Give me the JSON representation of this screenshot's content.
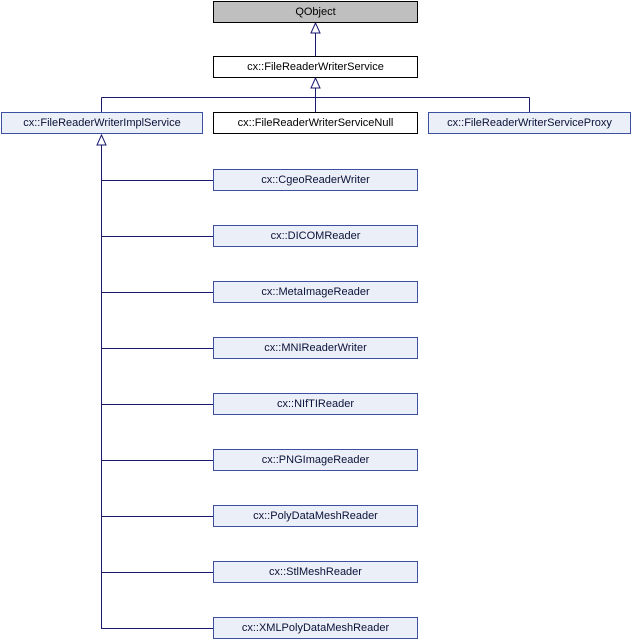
{
  "diagram": {
    "root": {
      "label": "QObject"
    },
    "base": {
      "label": "cx::FileReaderWriterService"
    },
    "level2": [
      {
        "label": "cx::FileReaderWriterImplService"
      },
      {
        "label": "cx::FileReaderWriterServiceNull"
      },
      {
        "label": "cx::FileReaderWriterServiceProxy"
      }
    ],
    "children": [
      {
        "label": "cx::CgeoReaderWriter"
      },
      {
        "label": "cx::DICOMReader"
      },
      {
        "label": "cx::MetaImageReader"
      },
      {
        "label": "cx::MNIReaderWriter"
      },
      {
        "label": "cx::NIfTIReader"
      },
      {
        "label": "cx::PNGImageReader"
      },
      {
        "label": "cx::PolyDataMeshReader"
      },
      {
        "label": "cx::StlMeshReader"
      },
      {
        "label": "cx::XMLPolyDataMeshReader"
      }
    ],
    "colors": {
      "edge": "#191970",
      "root_fill": "#bfbfbf",
      "plain_fill": "#ffffff",
      "linked_fill": "#ebf0f8",
      "linked_border": "#3c50a3",
      "plain_border": "#000000"
    }
  }
}
